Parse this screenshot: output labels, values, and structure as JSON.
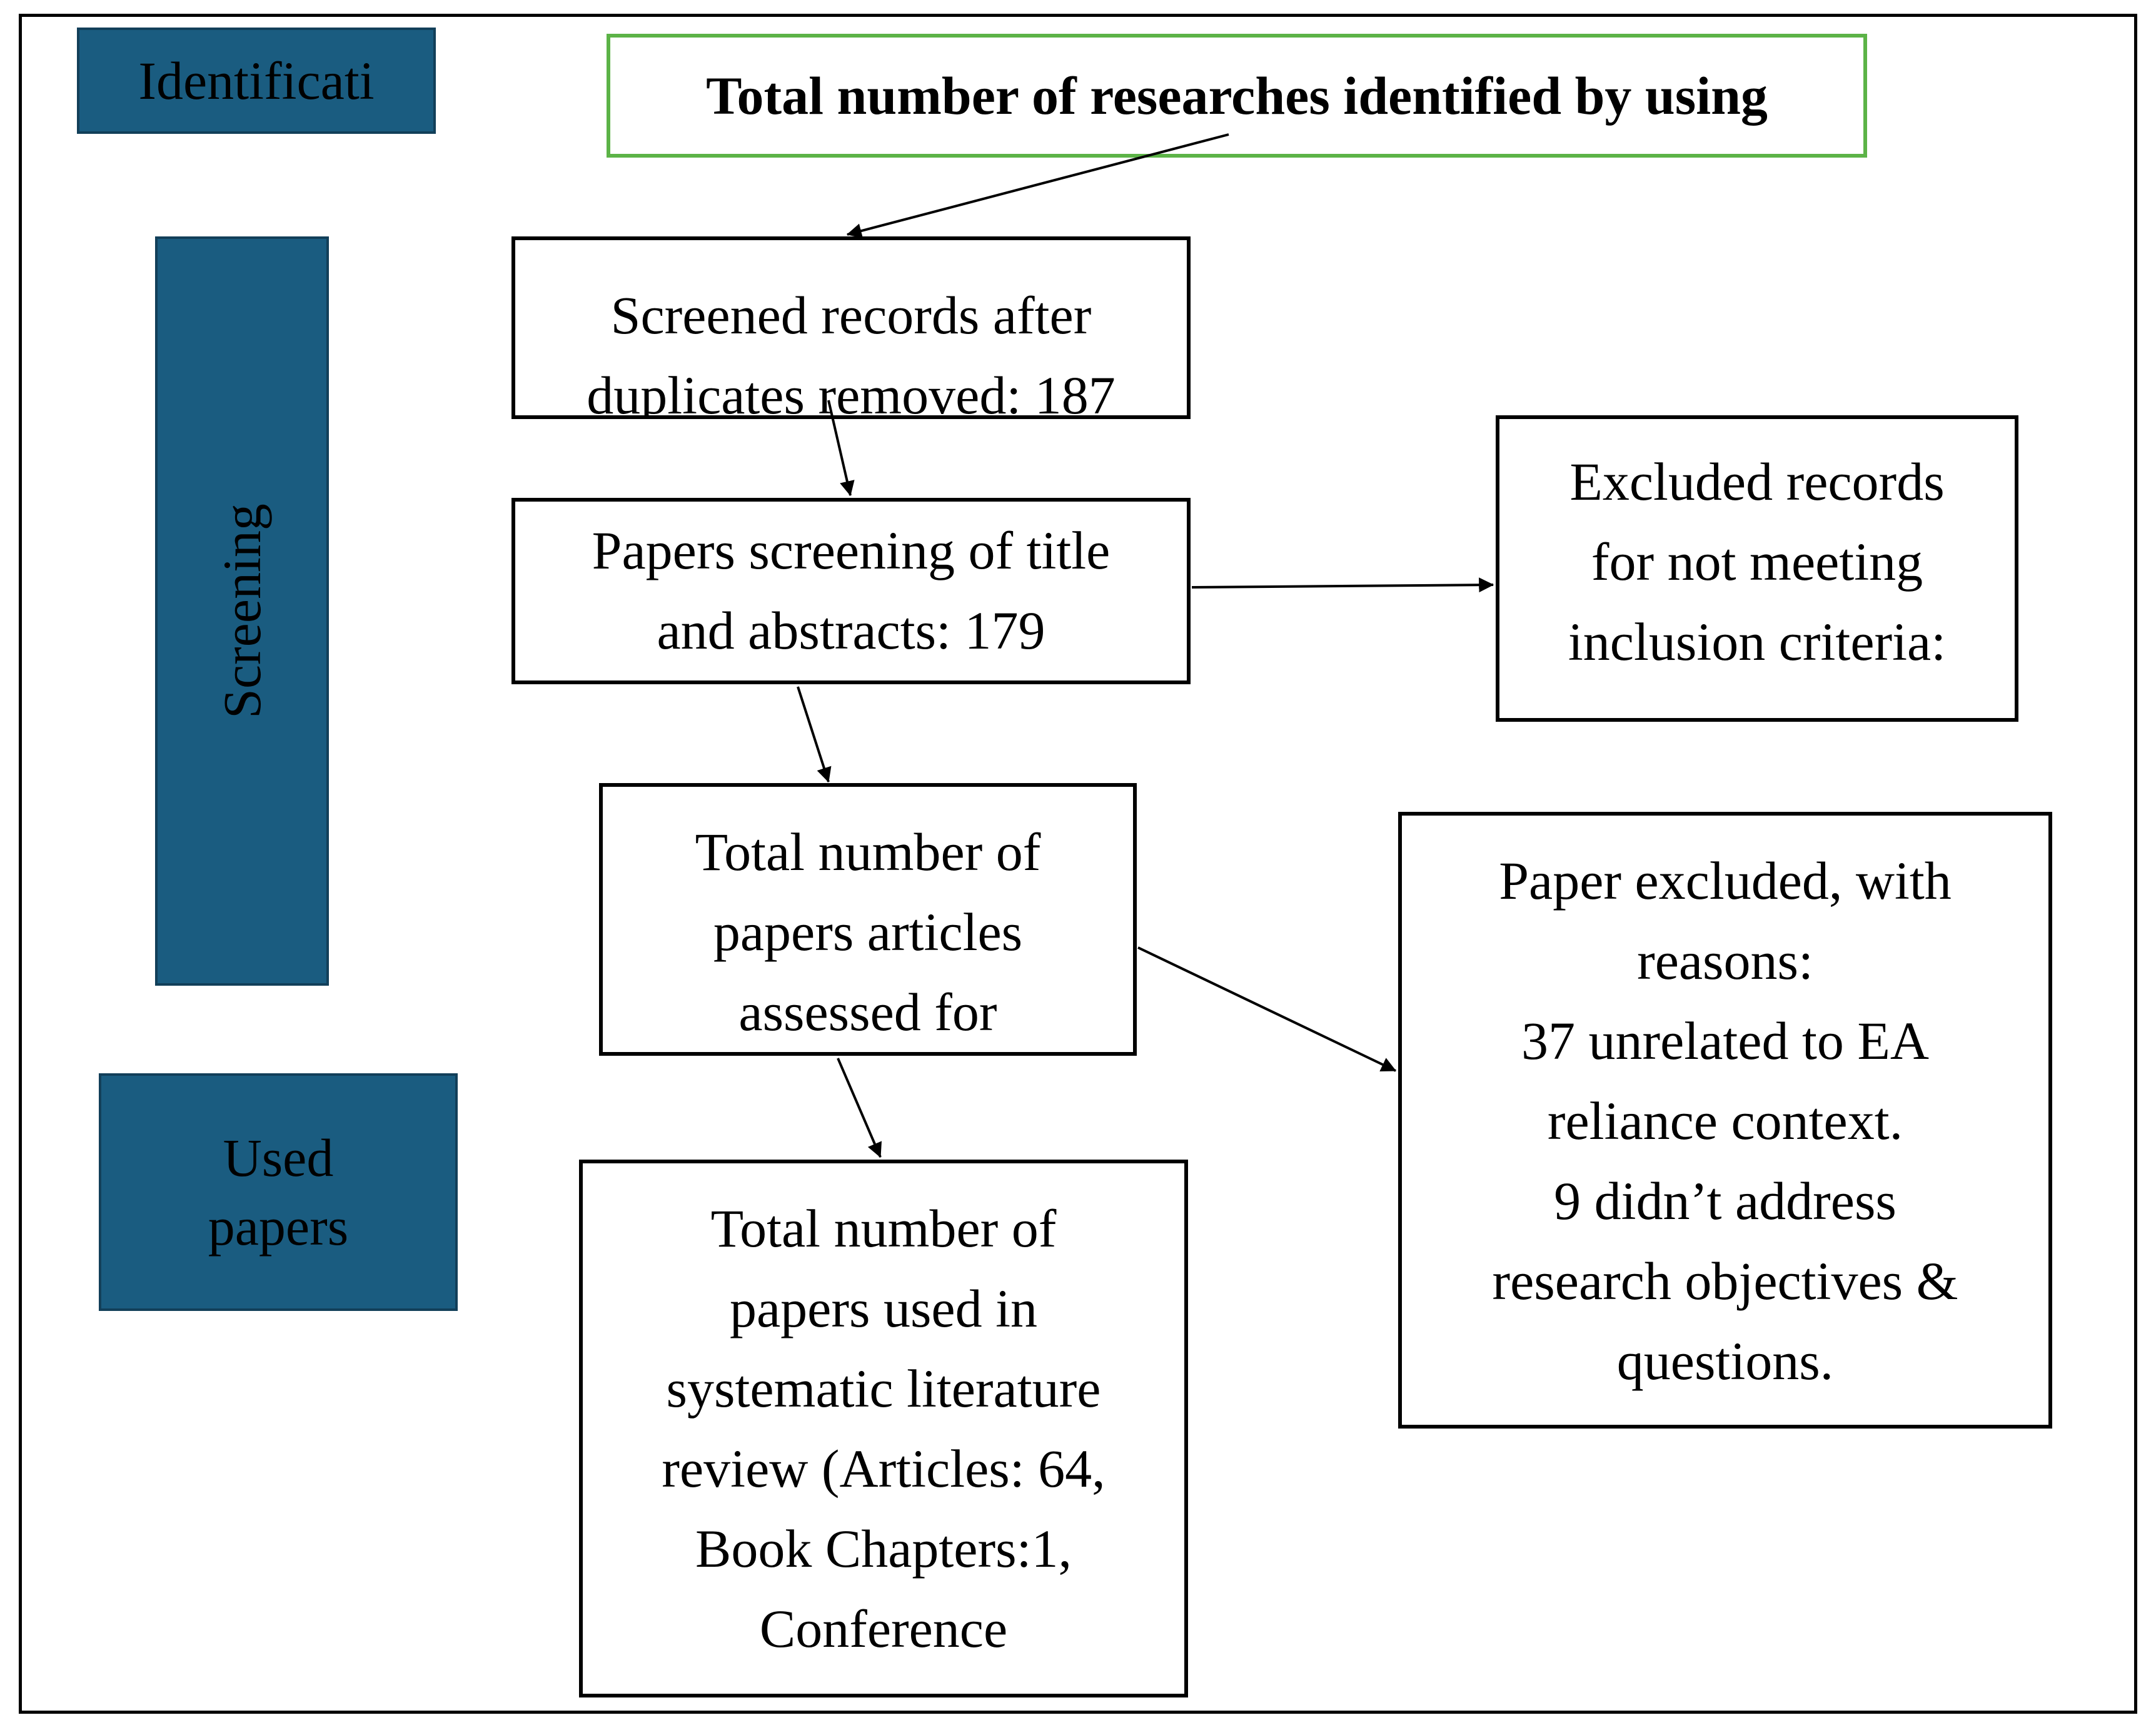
{
  "stages": {
    "identification": "Identificati",
    "screening": "Screening",
    "used": "Used\npapers"
  },
  "boxes": {
    "title": "Total number of researches identified by using",
    "screened": "Screened records after\nduplicates removed: 187",
    "title_abstract": "Papers screening of title\nand abstracts: 179",
    "excluded_records": "Excluded records\nfor not meeting\ninclusion criteria:",
    "assessed": "Total number of\npapers articles\nassessed for",
    "excluded_reasons": "Paper excluded, with\nreasons:\n37 unrelated to EA\nreliance context.\n9 didn’t address\nresearch objectives &\nquestions.",
    "used_in_review": "Total number of\npapers used in\nsystematic literature\nreview (Articles: 64,\nBook Chapters:1,\nConference"
  },
  "colors": {
    "stage_fill": "#1a5c80",
    "title_border": "#5cb347"
  }
}
